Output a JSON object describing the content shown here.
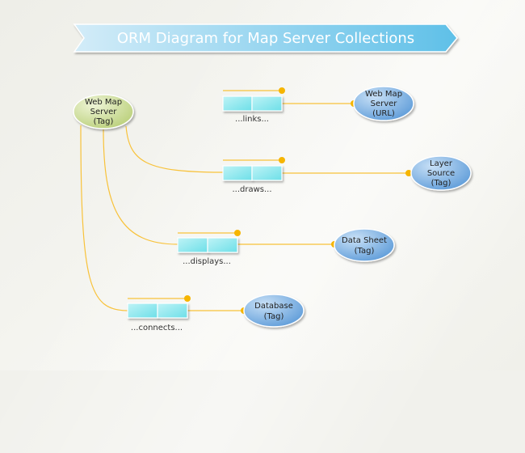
{
  "title": "ORM Diagram for Map Server Collections",
  "colors": {
    "connector": "#f8c23a",
    "dot": "#f6b500",
    "entity_blue": "#6aa6dc",
    "entity_green": "#c6d88e",
    "role_box": "#7fe0e8"
  },
  "source_entity": {
    "lines": [
      "Web Map",
      "Server",
      "(Tag)"
    ]
  },
  "relations": [
    {
      "label": "...links...",
      "target": [
        "Web Map",
        "Server",
        "(URL)"
      ]
    },
    {
      "label": "...draws...",
      "target": [
        "Layer",
        "Source",
        "(Tag)"
      ]
    },
    {
      "label": "...displays...",
      "target": [
        "Data Sheet",
        "(Tag)"
      ]
    },
    {
      "label": "...connects...",
      "target": [
        "Database",
        "(Tag)"
      ]
    }
  ]
}
